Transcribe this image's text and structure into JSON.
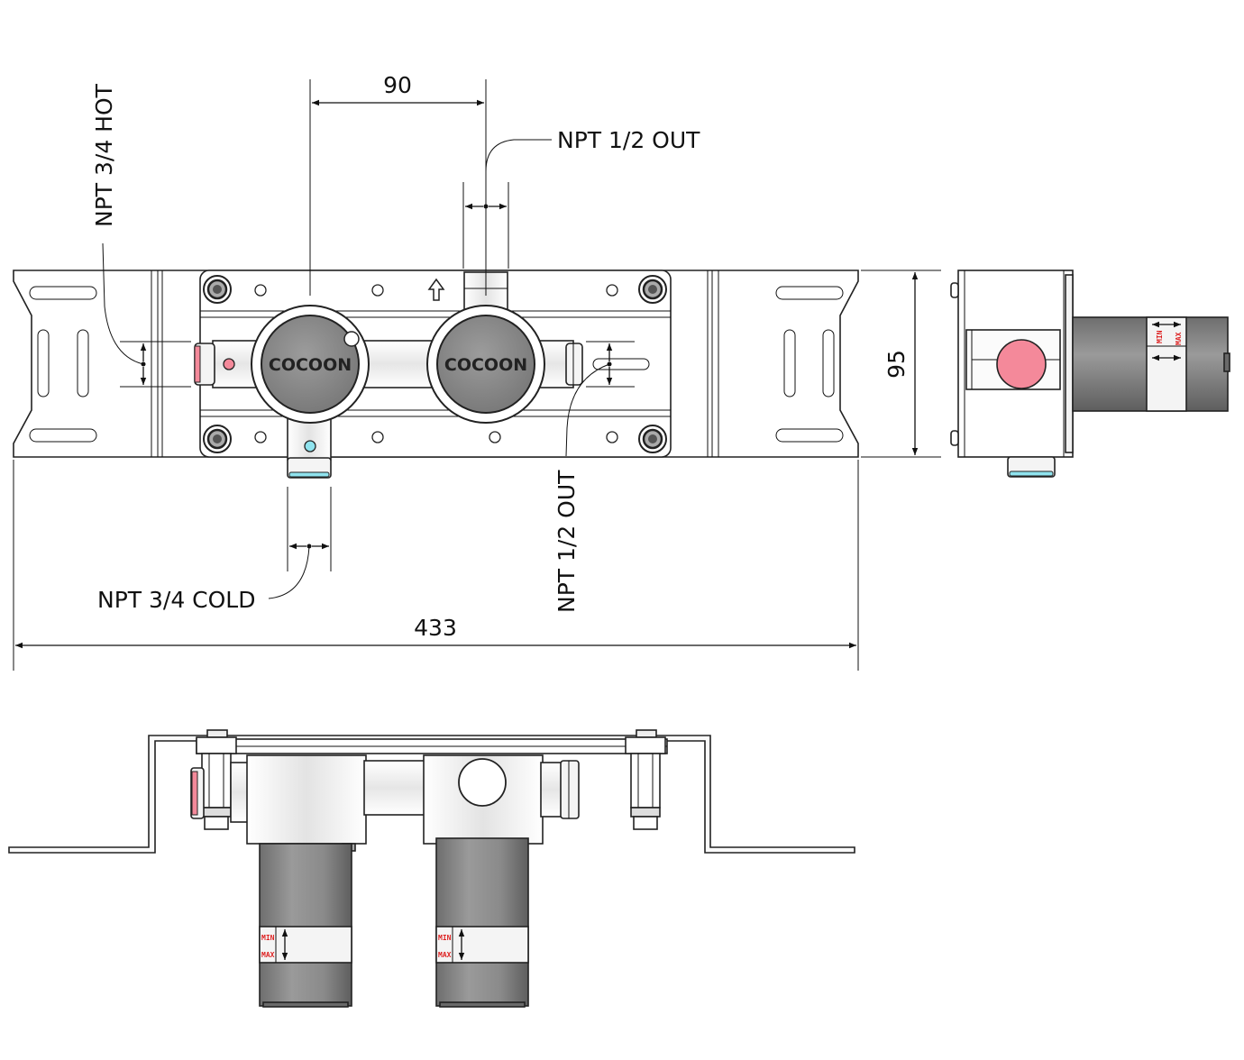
{
  "labels": {
    "dim_90": "90",
    "dim_433": "433",
    "dim_95": "95",
    "hot_inlet": "NPT 3/4 HOT",
    "cold_inlet": "NPT 3/4 COLD",
    "outlet_top": "NPT 1/2 OUT",
    "outlet_side": "NPT 1/2 OUT",
    "brand_left": "COCOON",
    "brand_right": "COCOON",
    "scale_min": "MIN",
    "scale_max": "MAX"
  },
  "colors": {
    "hot_marker": "#f4899a",
    "cold_marker": "#8fe3ee",
    "cartridge_gray": "#8a8a8a",
    "body_light": "#f2f2f2",
    "scale_red": "#dd2222"
  },
  "icons": {
    "flow_direction": "up-arrow-icon"
  }
}
